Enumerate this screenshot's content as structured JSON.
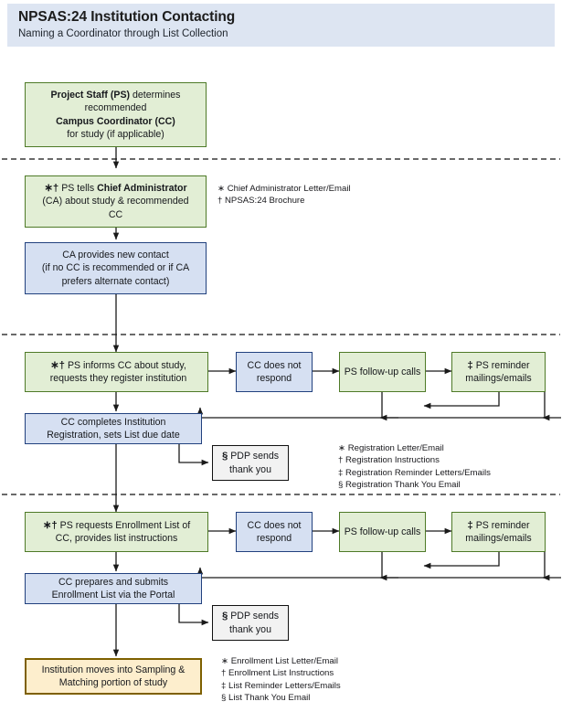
{
  "header": {
    "title": "NPSAS:24 Institution Contacting",
    "subtitle": "Naming a Coordinator through List Collection",
    "bg_color": "#dde5f2"
  },
  "colors": {
    "green_fill": "#e2eed5",
    "green_border": "#4e7a27",
    "blue_fill": "#d6e0f2",
    "blue_border": "#21417e",
    "tan_fill": "#fdeecd",
    "tan_border": "#7e6000",
    "white_fill": "#f2f2f2",
    "white_border": "#111111",
    "connector": "#1a1a1a"
  },
  "nodes": {
    "ps_determines": {
      "line1_bold": "Project Staff (PS)",
      "line1_rest": " determines",
      "line2": "recommended",
      "line3_bold": "Campus Coordinator (CC)",
      "line4": "for study (if applicable)"
    },
    "ps_tells_ca": {
      "symbols": "∗†",
      "part1": " PS tells ",
      "part1_bold": "Chief Administrator",
      "line2": "(CA) about study & recommended",
      "line3": "CC"
    },
    "ca_provides": {
      "line1": "CA provides new contact",
      "line2": "(if no CC is recommended or if CA",
      "line3": "prefers alternate contact)"
    },
    "ps_informs_cc": {
      "symbols": "∗†",
      "line1": "  PS informs CC about study,",
      "line2": "requests they register institution"
    },
    "cc_no_respond_1": {
      "line1": "CC does not",
      "line2": "respond"
    },
    "ps_followup_1": {
      "line1": "PS follow-up calls"
    },
    "ps_reminder_1": {
      "symbols": "‡",
      "line1": " PS reminder",
      "line2": "mailings/emails"
    },
    "cc_completes_reg": {
      "line1": "CC completes Institution",
      "line2": "Registration, sets List due date"
    },
    "pdp_thanks_1": {
      "symbols": "§",
      "line1": " PDP sends",
      "line2": "thank you"
    },
    "ps_requests_list": {
      "symbols": "∗†",
      "line1": " PS requests Enrollment List of",
      "line2": "CC, provides list instructions"
    },
    "cc_no_respond_2": {
      "line1": "CC does not",
      "line2": "respond"
    },
    "ps_followup_2": {
      "line1": "PS follow-up calls"
    },
    "ps_reminder_2": {
      "symbols": "‡",
      "line1": " PS reminder",
      "line2": "mailings/emails"
    },
    "cc_submits_list": {
      "line1": "CC prepares and submits",
      "line2": "Enrollment List via the Portal"
    },
    "pdp_thanks_2": {
      "symbols": "§",
      "line1": " PDP sends",
      "line2": "thank you"
    },
    "institution_sampling": {
      "line1": "Institution moves into Sampling &",
      "line2": "Matching portion of study"
    }
  },
  "notes": {
    "ca_notes": [
      "∗ Chief Administrator Letter/Email",
      "† NPSAS:24 Brochure"
    ],
    "registration_notes": [
      "∗ Registration Letter/Email",
      "† Registration Instructions",
      "‡ Registration Reminder Letters/Emails",
      "§ Registration Thank You Email"
    ],
    "list_notes": [
      "∗ Enrollment List Letter/Email",
      "† Enrollment List Instructions",
      "‡ List Reminder Letters/Emails",
      "§ List Thank You Email"
    ]
  }
}
